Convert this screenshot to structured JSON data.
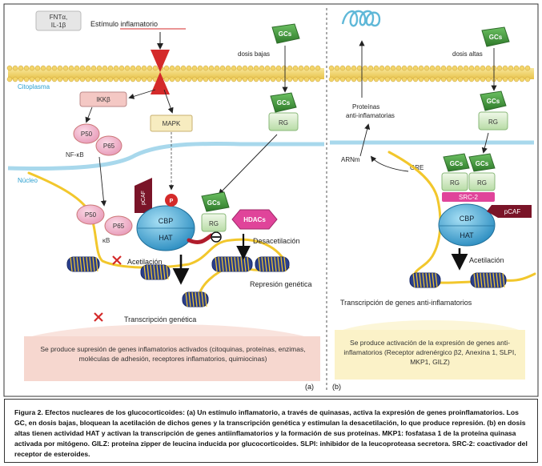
{
  "panel_a": {
    "stimulus_box": "FNTα, IL-1β",
    "stimulus_label": "Estímulo inflamatorio",
    "gc_label": "GCs",
    "low_dose": "dosis bajas",
    "cytoplasm": "Citoplasma",
    "nucleus": "Núcleo",
    "ikkb": "IKKβ",
    "mapk": "MAPK",
    "p50": "P50",
    "p65": "P65",
    "nfkb": "NF-κB",
    "kb": "κB",
    "pcaf": "pCAF",
    "p_mark": "P",
    "cbp": "CBP",
    "hat": "HAT",
    "rg": "RG",
    "hdacs": "HDACs",
    "deacetylation": "Desacetilación",
    "acetylation": "Acetilación",
    "repression": "Represión genética",
    "transcription": "Transcripción genética",
    "note": "Se produce supresión de genes inflamatorios activados (citoquinas, proteínas, enzimas, moléculas de adhesión, receptores inflamatorios, quimiocinas)",
    "tag": "(a)"
  },
  "panel_b": {
    "gc_label": "GCs",
    "high_dose": "dosis altas",
    "proteins": "Proteínas anti-inflamatorias",
    "mrna": "ARNm",
    "gre": "GRE",
    "rg": "RG",
    "src2": "SRC-2",
    "pcaf": "pCAF",
    "cbp": "CBP",
    "hat": "HAT",
    "acetylation": "Acetilación",
    "transcription": "Transcripción de genes anti-inflamatorios",
    "note": "Se produce activación de la expresión de genes anti-inflamatorios (Receptor adrenérgico β2, Anexina 1, SLPI, MKP1, GILZ)",
    "tag": "(b)"
  },
  "caption": "Figura 2. Efectos nucleares de los glucocorticoides: (a) Un estímulo inflamatorio, a través de quinasas, activa la expresión de genes proinflamatorios. Los GC, en dosis bajas, bloquean la acetilación de dichos genes y la transcripción genética y estimulan la desacetilación, lo que produce represión. (b) en dosis altas tienen actividad HAT y activan la transcripción de genes antiinflamatorios y la formación de sus proteínas. MKP1: fosfatasa 1 de la proteína quinasa activada por mitógeno. GILZ: proteína zipper de leucina inducida por glucocorticoides. SLPI: inhibidor de la leucoproteasa secretora. SRC-2: coactivador del receptor de esteroides.",
  "colors": {
    "green": "#3f8f3a",
    "blue": "#1f8fb8",
    "pink_box": "#f6d7cf",
    "yellow_box": "#fbf2c8",
    "cbp_blue": "#3fa9d6",
    "nucleosome": "#2a3f8c",
    "dna_yellow": "#f2c72c",
    "red": "#d42a2a",
    "maroon": "#7a1428",
    "magenta": "#e0449a"
  }
}
